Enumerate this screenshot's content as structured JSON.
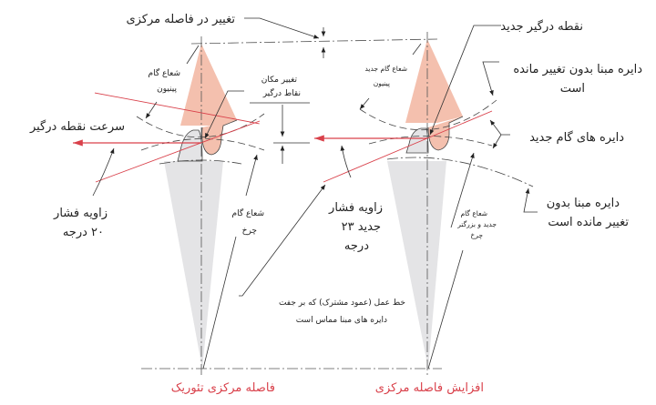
{
  "colors": {
    "pinion": "#f4c0ae",
    "gear": "#e4e4e6",
    "accent": "#d9404a"
  },
  "labels": {
    "center_change": "تغییر در فاصله مرکزی",
    "pinion_pitch_radius": [
      "شعاع گام",
      "پینیون"
    ],
    "contact_shift": [
      "تغییر مکان",
      "نقاط درگیر"
    ],
    "contact_velocity": "سرعت نقطه درگیر",
    "pressure_angle_20": [
      "زاویه فشار",
      "۲۰ درجه"
    ],
    "gear_pitch_radius": [
      "شعاع گام",
      "چرخ"
    ],
    "pressure_angle_23": [
      "زاویه فشار",
      "جدید ۲۳",
      "درجه"
    ],
    "new_larger_gear_radius": [
      "شعاع گام",
      "جدید و بزرگتر",
      "چرخ"
    ],
    "base_circle_unchanged_bottom": [
      "دایره مبنا بدون",
      "تغییر مانده است"
    ],
    "line_of_action": [
      "خط عمل (عمود مشترک) که بر جفت",
      "دایره های مبنا مماس است"
    ],
    "theoretical_center": "فاصله مرکزی تئوریک",
    "increased_center": "افزایش فاصله مرکزی",
    "new_contact_point": "نقطه درگیر جدید",
    "new_pinion_pitch_radius": [
      "شعاع گام جدید",
      "پینیون"
    ],
    "base_circle_unchanged_top": [
      "دایره مبنا بدون تغییر مانده",
      "است"
    ],
    "new_pitch_circles": "دایره های گام جدید"
  }
}
